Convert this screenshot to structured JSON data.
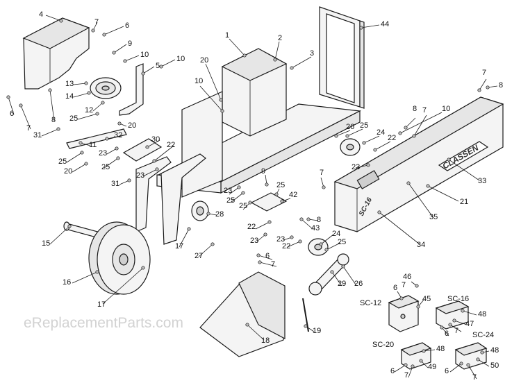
{
  "watermark": "eReplacementParts.com",
  "brand_panel_text": "CLASSEN",
  "side_panel_text": "SC-16",
  "kit_labels": [
    "SC-12",
    "SC-16",
    "SC-20",
    "SC-24"
  ],
  "callouts": [
    "1",
    "2",
    "3",
    "4",
    "5",
    "6",
    "7",
    "8",
    "9",
    "10",
    "11",
    "12",
    "13",
    "14",
    "15",
    "16",
    "17",
    "18",
    "19",
    "20",
    "21",
    "22",
    "23",
    "24",
    "25",
    "26",
    "27",
    "28",
    "29",
    "30",
    "31",
    "32",
    "33",
    "34",
    "35",
    "42",
    "43",
    "44",
    "45",
    "46",
    "47",
    "48",
    "49",
    "50"
  ]
}
